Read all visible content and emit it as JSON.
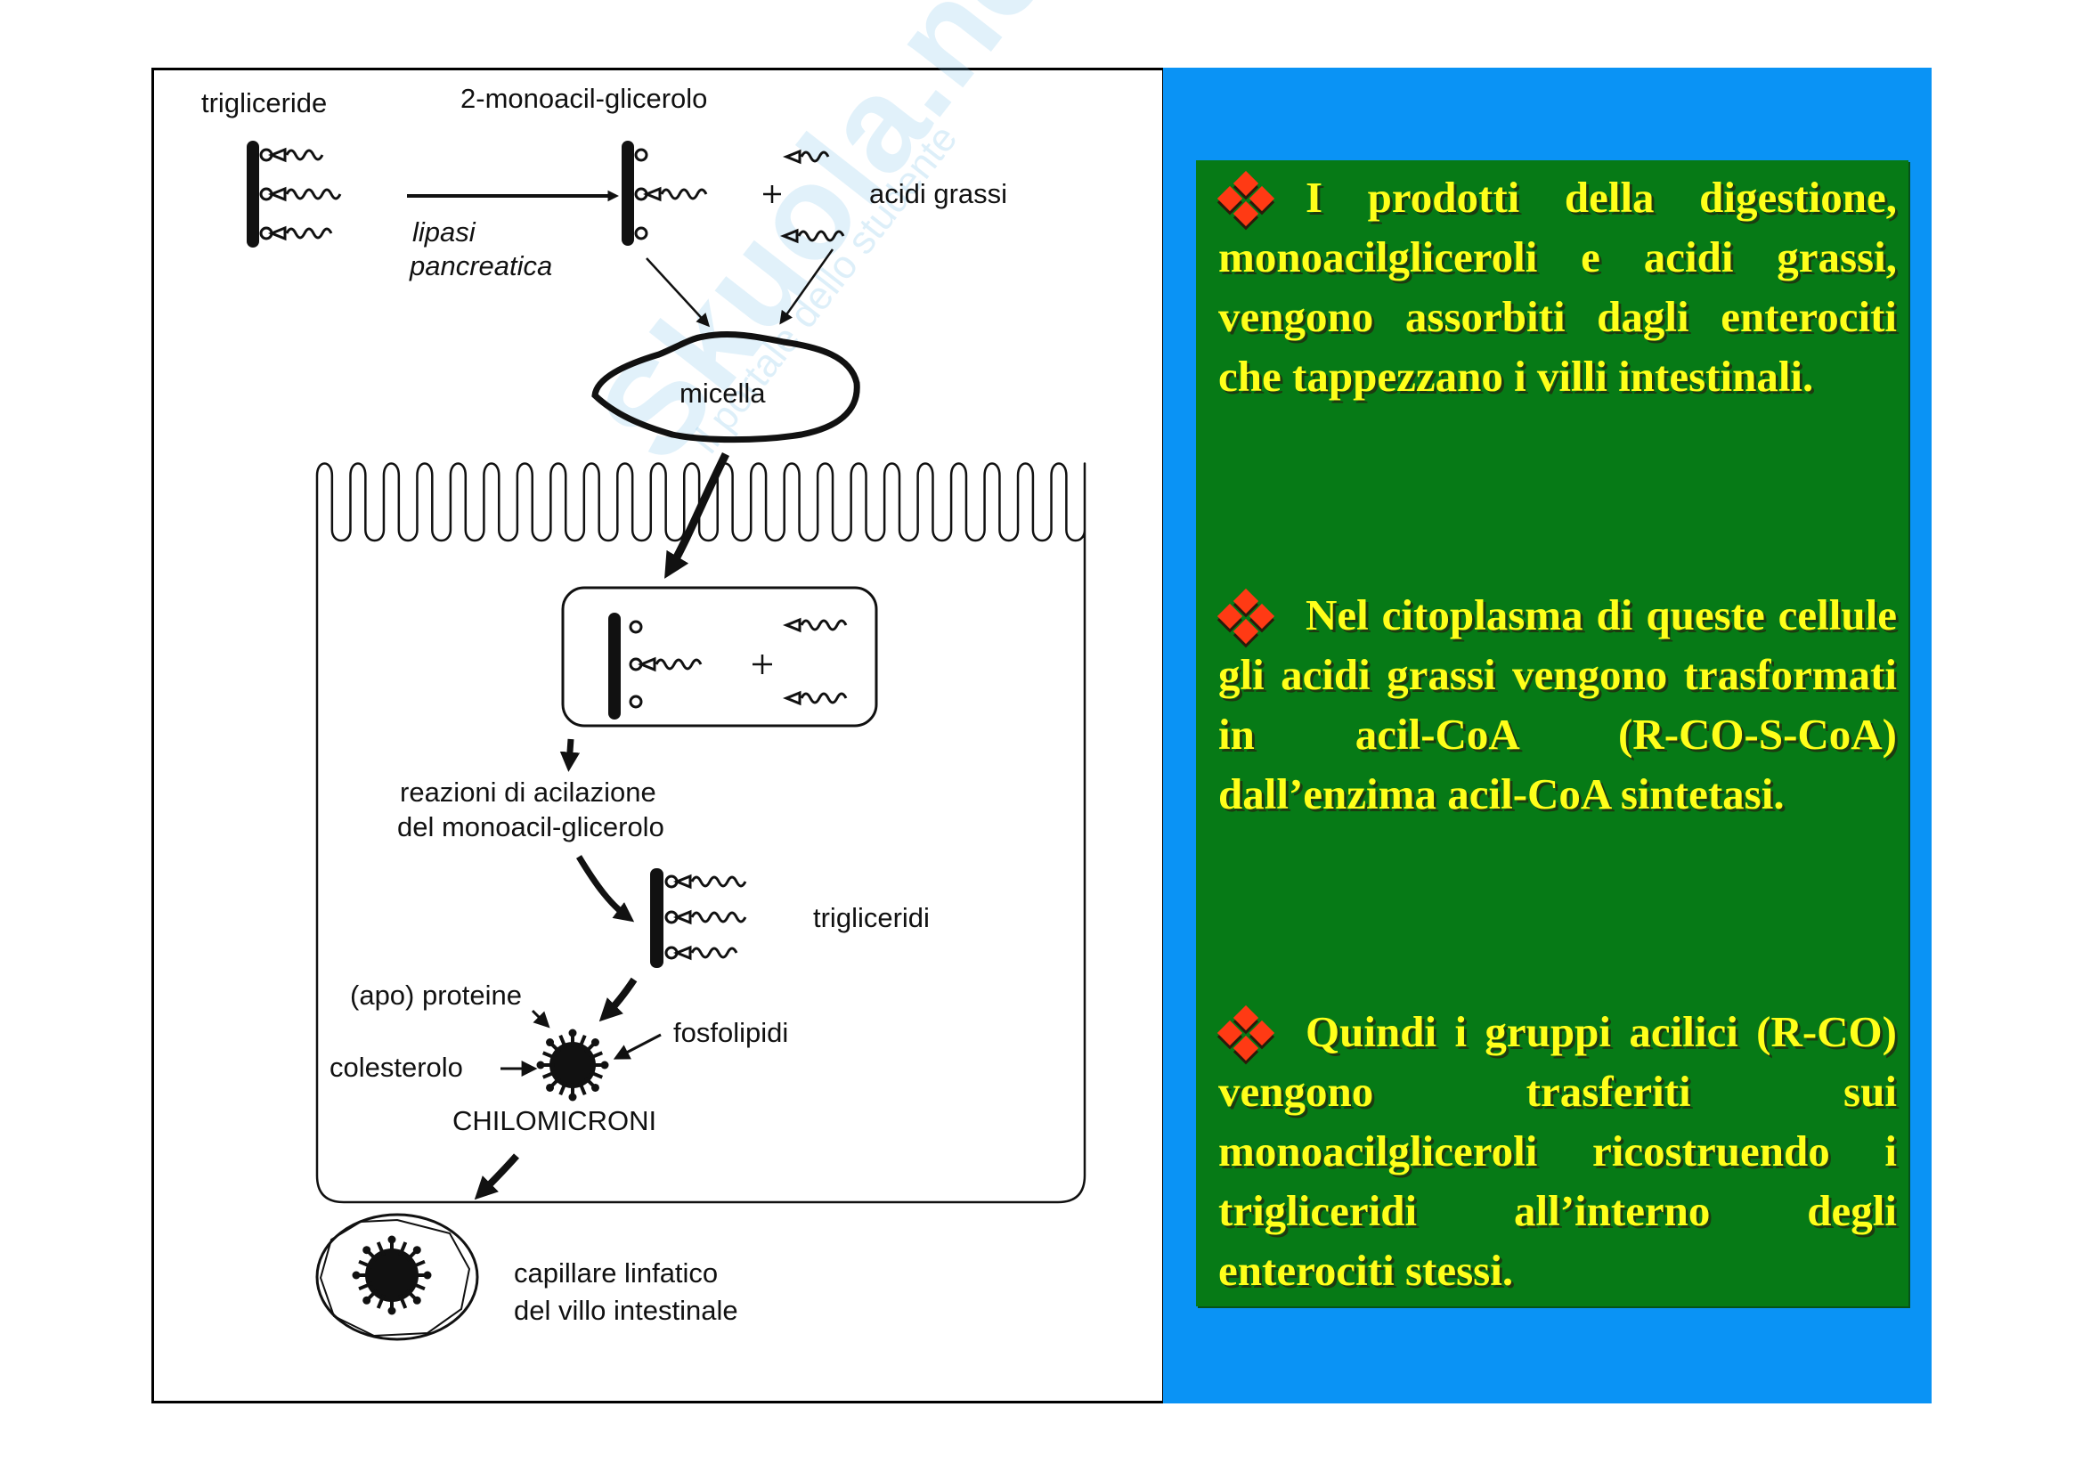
{
  "slide": {
    "colors": {
      "panel_blue": "#0a93f5",
      "box_green": "#067a16",
      "text_yellow": "#ffff1a",
      "bullet_red": "#ff3a14"
    },
    "diagram": {
      "labels": {
        "trigliceride": "trigliceride",
        "monoacil": "2-monoacil-glicerolo",
        "acidi_grassi": "acidi grassi",
        "lipasi": "lipasi",
        "pancreatica": "pancreatica",
        "plus": "+",
        "micella": "micella",
        "reazioni_line1": "reazioni di acilazione",
        "reazioni_line2": "del monoacil-glicerolo",
        "trigliceridi": "trigliceridi",
        "apoproteine": "(apo) proteine",
        "fosfolipidi": "fosfolipidi",
        "colesterolo": "colesterolo",
        "chilomicroni": "CHILOMICRONI",
        "capillare_line1": "capillare linfatico",
        "capillare_line2": "del villo intestinale"
      },
      "watermark": {
        "brand": "Skuola.net",
        "tagline": "il portale dello studente"
      }
    },
    "text_panel": {
      "bullet_icon": "four-diamond-bullet",
      "paragraphs": [
        "I prodotti della digestione, monoacilgliceroli e acidi grassi, vengono assorbiti dagli enterociti che tappezzano i villi intestinali.",
        "Nel citoplasma di queste cellule gli acidi grassi vengono trasformati in acil-CoA (R-CO-S-CoA) dall’enzima acil-CoA sintetasi.",
        "Quindi i gruppi acilici (R-CO) vengono trasferiti sui monoacilgliceroli ricostruendo i trigliceridi all’interno degli enterociti stessi."
      ]
    }
  }
}
